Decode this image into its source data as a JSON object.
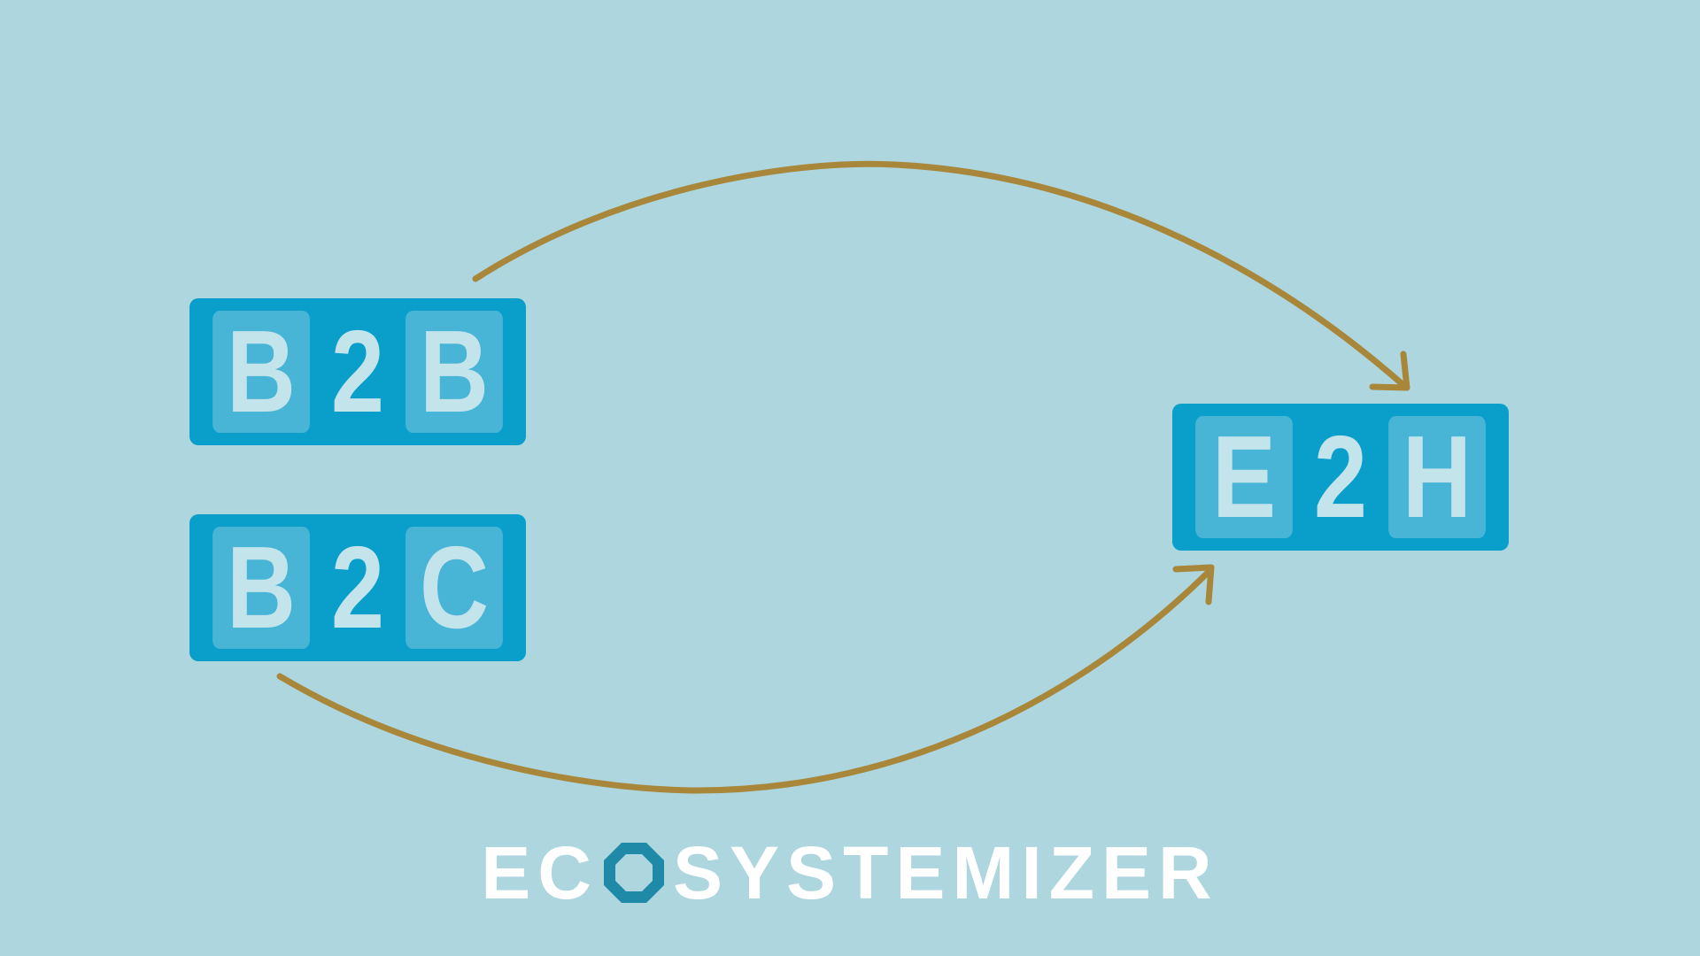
{
  "tiles": [
    {
      "id": "b2b",
      "letters": [
        "B",
        "2",
        "B"
      ]
    },
    {
      "id": "b2c",
      "letters": [
        "B",
        "2",
        "C"
      ]
    },
    {
      "id": "e2h",
      "letters": [
        "E",
        "2",
        "H"
      ]
    }
  ],
  "logo": {
    "prefix": "EC",
    "suffix": "SYSTEMIZER",
    "o_icon": "octagon-ring-icon"
  },
  "colors": {
    "background": "#aed6df",
    "tile": "#0a9fcb",
    "tile_box": "#48b4d6",
    "tile_text": "#c4e4ec",
    "arrow": "#a8873b",
    "logo_text": "#ffffff",
    "logo_o": "#1f8aa8"
  }
}
